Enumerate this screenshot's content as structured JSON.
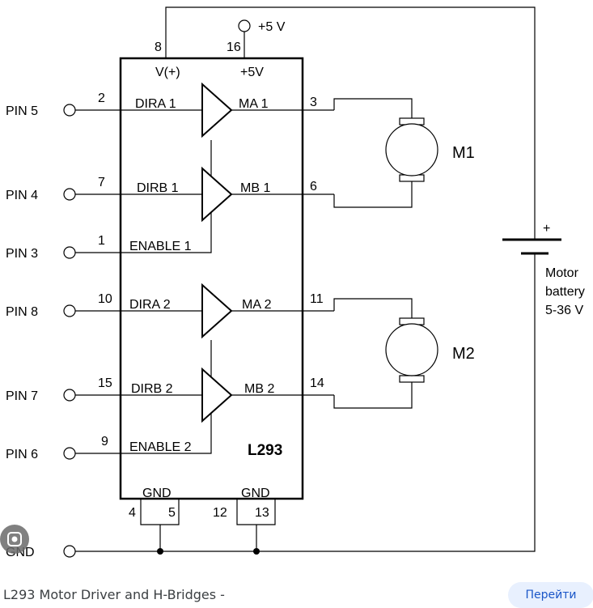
{
  "chip": {
    "name": "L293",
    "vplus_label": "V(+)",
    "vcc_label": "+5V",
    "gnd_left_label": "GND",
    "gnd_right_label": "GND"
  },
  "supply": {
    "label": "+5 V",
    "pin8": "8",
    "pin16": "16"
  },
  "gnd_pins": [
    "4",
    "5",
    "12",
    "13"
  ],
  "inputs": [
    {
      "pin": "PIN 5",
      "num": "2",
      "label": "DIRA 1"
    },
    {
      "pin": "PIN 4",
      "num": "7",
      "label": "DIRB 1"
    },
    {
      "pin": "PIN 3",
      "num": "1",
      "label": "ENABLE 1"
    },
    {
      "pin": "PIN 8",
      "num": "10",
      "label": "DIRA 2"
    },
    {
      "pin": "PIN 7",
      "num": "15",
      "label": "DIRB 2"
    },
    {
      "pin": "PIN 6",
      "num": "9",
      "label": "ENABLE 2"
    }
  ],
  "outputs": [
    {
      "label": "MA 1",
      "num": "3"
    },
    {
      "label": "MB 1",
      "num": "6"
    },
    {
      "label": "MA 2",
      "num": "11"
    },
    {
      "label": "MB 2",
      "num": "14"
    }
  ],
  "motors": [
    "M1",
    "M2"
  ],
  "battery": {
    "plus": "+",
    "line1": "Motor",
    "line2": "battery",
    "line3": "5-36 V"
  },
  "ground_label": "GND",
  "caption": "L293 Motor Driver and H-Bridges -",
  "go_label": "Перейти",
  "colors": {
    "line": "#000000",
    "button_bg": "#e8f0fe",
    "button_text": "#1a56c8"
  }
}
